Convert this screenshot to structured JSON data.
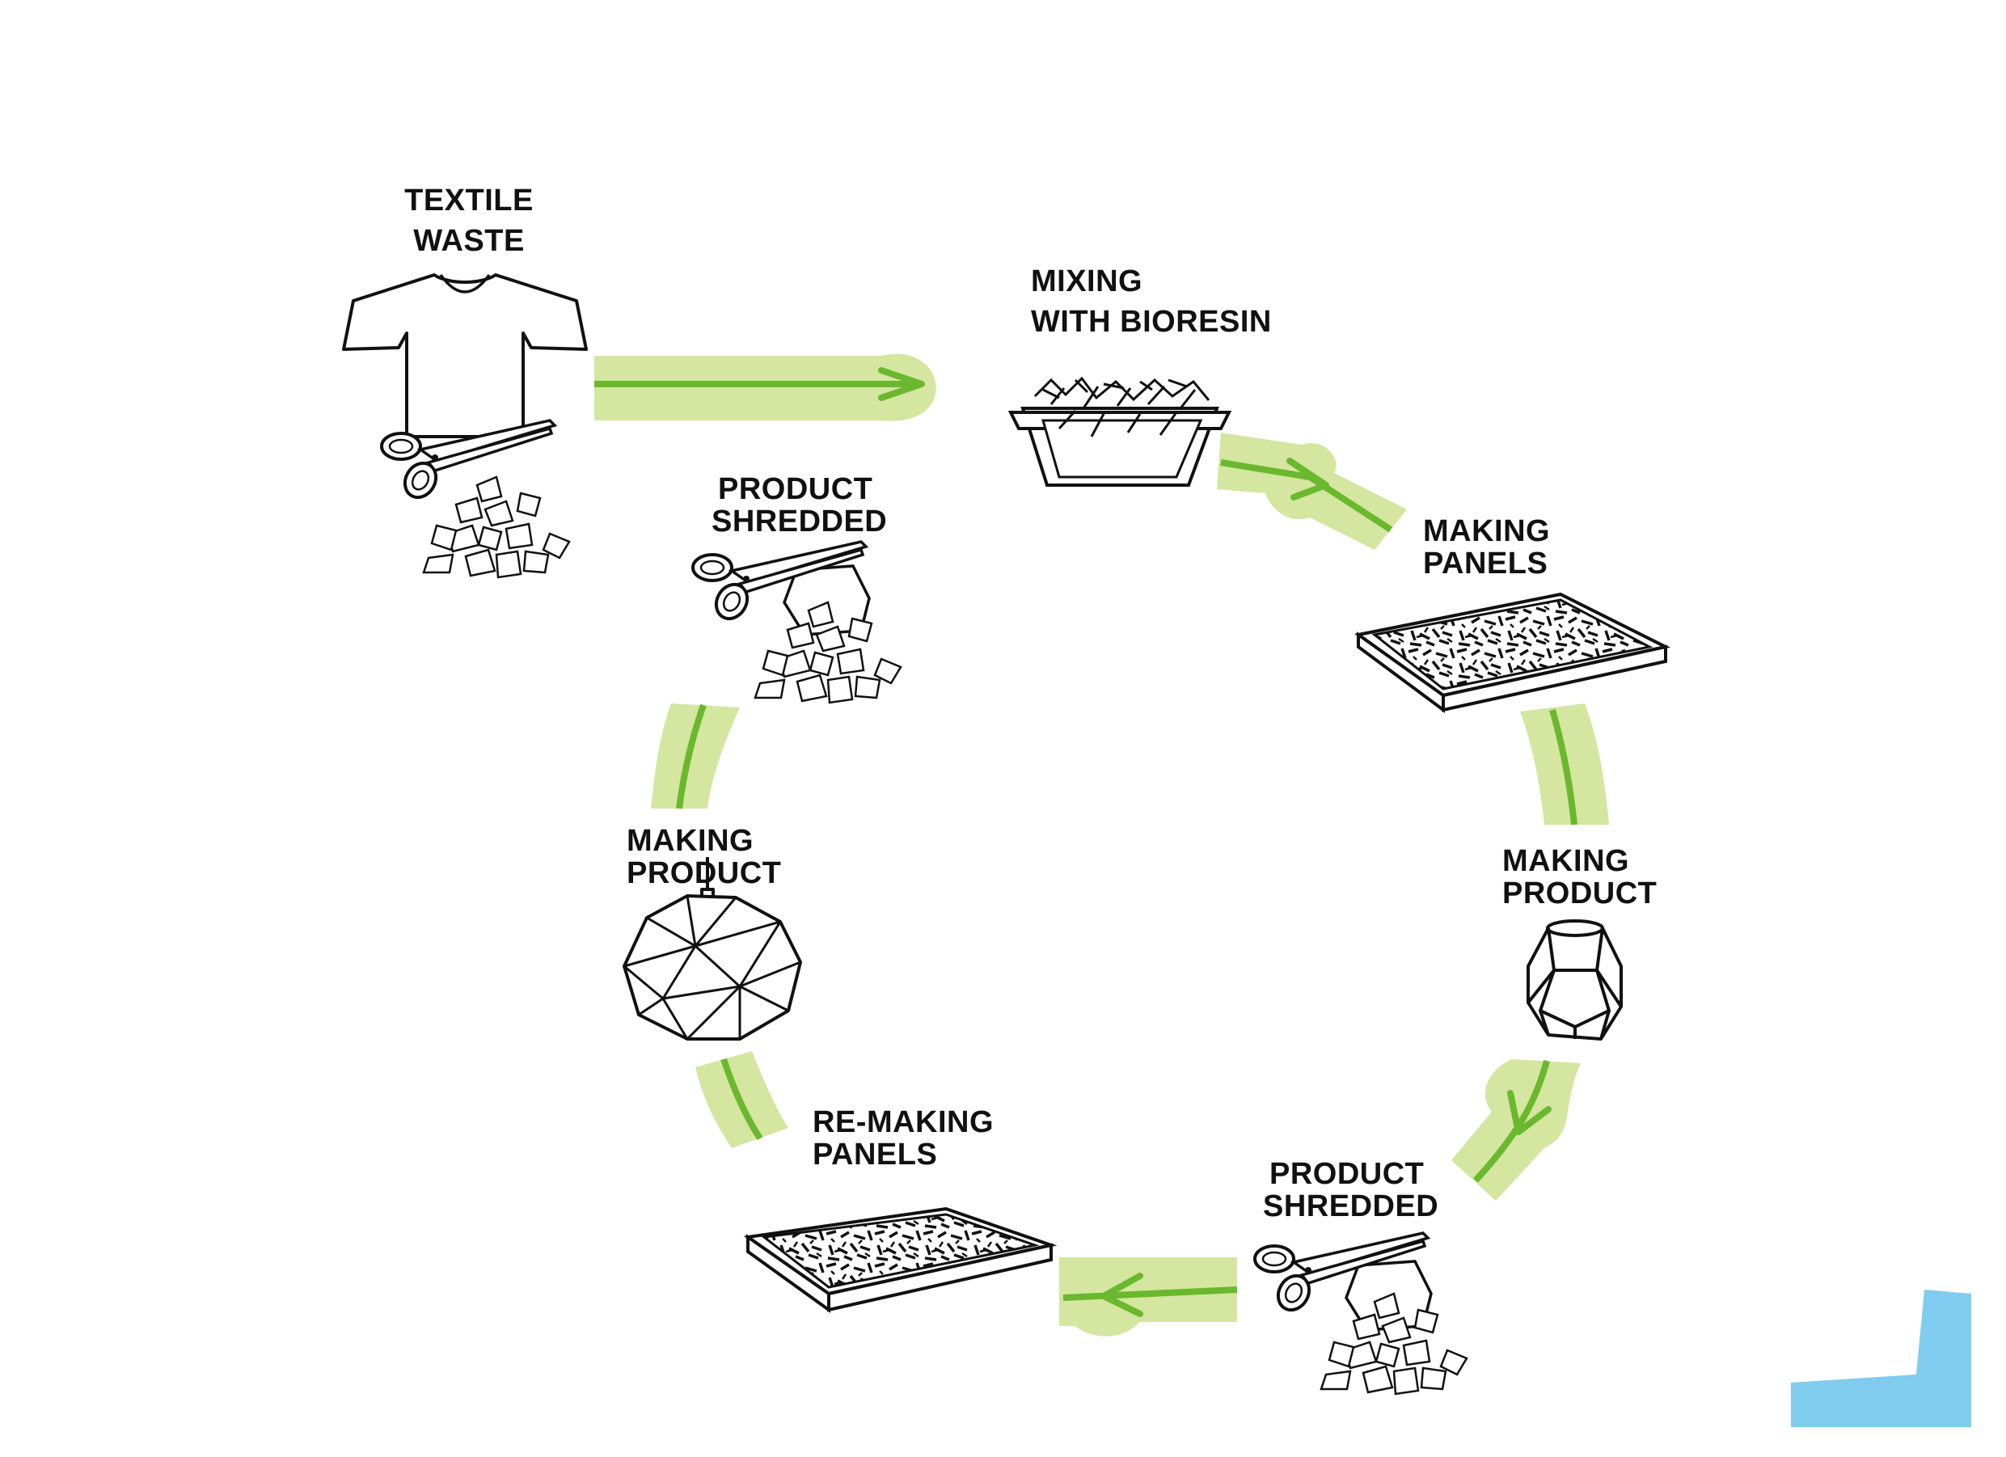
{
  "colors": {
    "band": "#d4e6a0",
    "line": "#6ab82e",
    "ink": "#111111",
    "corner": "#80ccee"
  },
  "steps": {
    "textile_waste": {
      "line1": "TEXTILE",
      "line2": "WASTE",
      "icons": [
        "t-shirt-icon",
        "scissors-icon",
        "shredded-scraps-icon"
      ]
    },
    "mixing": {
      "line1": "MIXING",
      "line2": "WITH BIORESIN",
      "icons": [
        "tray-icon"
      ]
    },
    "making_panels": {
      "line1": "MAKING",
      "line2": "PANELS",
      "icons": [
        "panel-icon"
      ]
    },
    "making_product_right": {
      "line1": "MAKING",
      "line2": "PRODUCT",
      "icons": [
        "faceted-vase-icon"
      ]
    },
    "shredded_bottom": {
      "line1": "PRODUCT",
      "line2": "SHREDDED",
      "icons": [
        "scissors-icon",
        "shredded-scraps-icon"
      ]
    },
    "remaking_panels": {
      "line1": "RE-MAKING",
      "line2": "PANELS",
      "icons": [
        "panel-icon"
      ]
    },
    "making_product_left": {
      "line1": "MAKING",
      "line2": "PRODUCT",
      "icons": [
        "pendant-lamp-icon"
      ]
    },
    "shredded_top": {
      "line1": "PRODUCT",
      "line2": "SHREDDED",
      "icons": [
        "scissors-icon",
        "shredded-scraps-icon"
      ]
    }
  }
}
